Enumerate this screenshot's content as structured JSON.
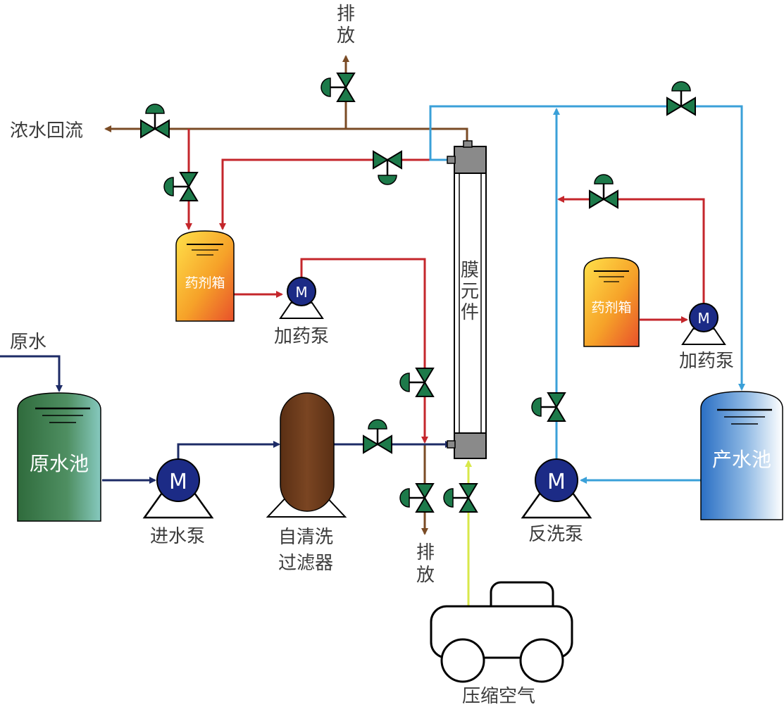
{
  "labels": {
    "discharge_top": [
      "排",
      "放"
    ],
    "concentrate_return": "浓水回流",
    "raw_water_in": "原水",
    "raw_water_tank": "原水池",
    "inlet_pump": "进水泵",
    "self_clean_filter": [
      "自清洗",
      "过滤器"
    ],
    "membrane": [
      "膜",
      "元",
      "件"
    ],
    "chem_tank_left": "药剂箱",
    "dosing_pump_left": "加药泵",
    "chem_tank_right": "药剂箱",
    "dosing_pump_right": "加药泵",
    "product_tank": "产水池",
    "backwash_pump": "反洗泵",
    "discharge_bottom": [
      "排",
      "放"
    ],
    "compressed_air": "压缩空气",
    "pump_symbol": "M"
  },
  "colors": {
    "concentrate_line": "#7a4b25",
    "chem_line": "#c4262b",
    "feed_line": "#1d2b66",
    "product_line": "#3aa0d8",
    "air_line": "#d8e84a",
    "valve_green": "#1d7a4a",
    "pump_blue": "#1c2b86",
    "membrane_gray": "#8a8a8a",
    "filter_brown": "#6b3a1c"
  }
}
